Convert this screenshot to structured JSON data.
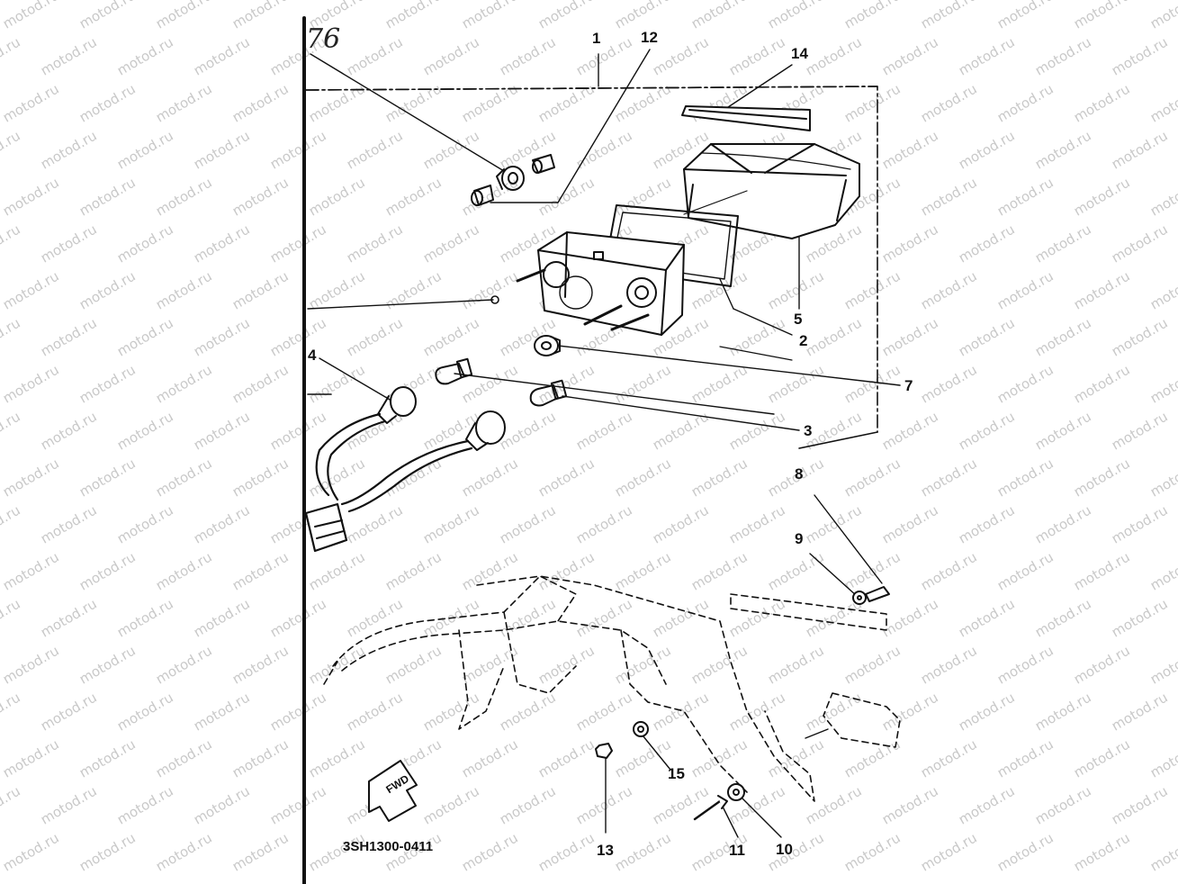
{
  "diagram": {
    "page_mark": "76",
    "part_code": "3SH1300-0411",
    "watermark": "motod.ru",
    "fwd_label": "FWD",
    "ink_color": "#111111",
    "callouts": [
      {
        "id": "c1",
        "label": "1"
      },
      {
        "id": "c2",
        "label": "2"
      },
      {
        "id": "c3",
        "label": "3"
      },
      {
        "id": "c4",
        "label": "4"
      },
      {
        "id": "c5",
        "label": "5"
      },
      {
        "id": "c7",
        "label": "7"
      },
      {
        "id": "c8",
        "label": "8"
      },
      {
        "id": "c9",
        "label": "9"
      },
      {
        "id": "c10",
        "label": "10"
      },
      {
        "id": "c11",
        "label": "11"
      },
      {
        "id": "c12",
        "label": "12"
      },
      {
        "id": "c13",
        "label": "13"
      },
      {
        "id": "c14",
        "label": "14"
      },
      {
        "id": "c15",
        "label": "15"
      }
    ]
  }
}
